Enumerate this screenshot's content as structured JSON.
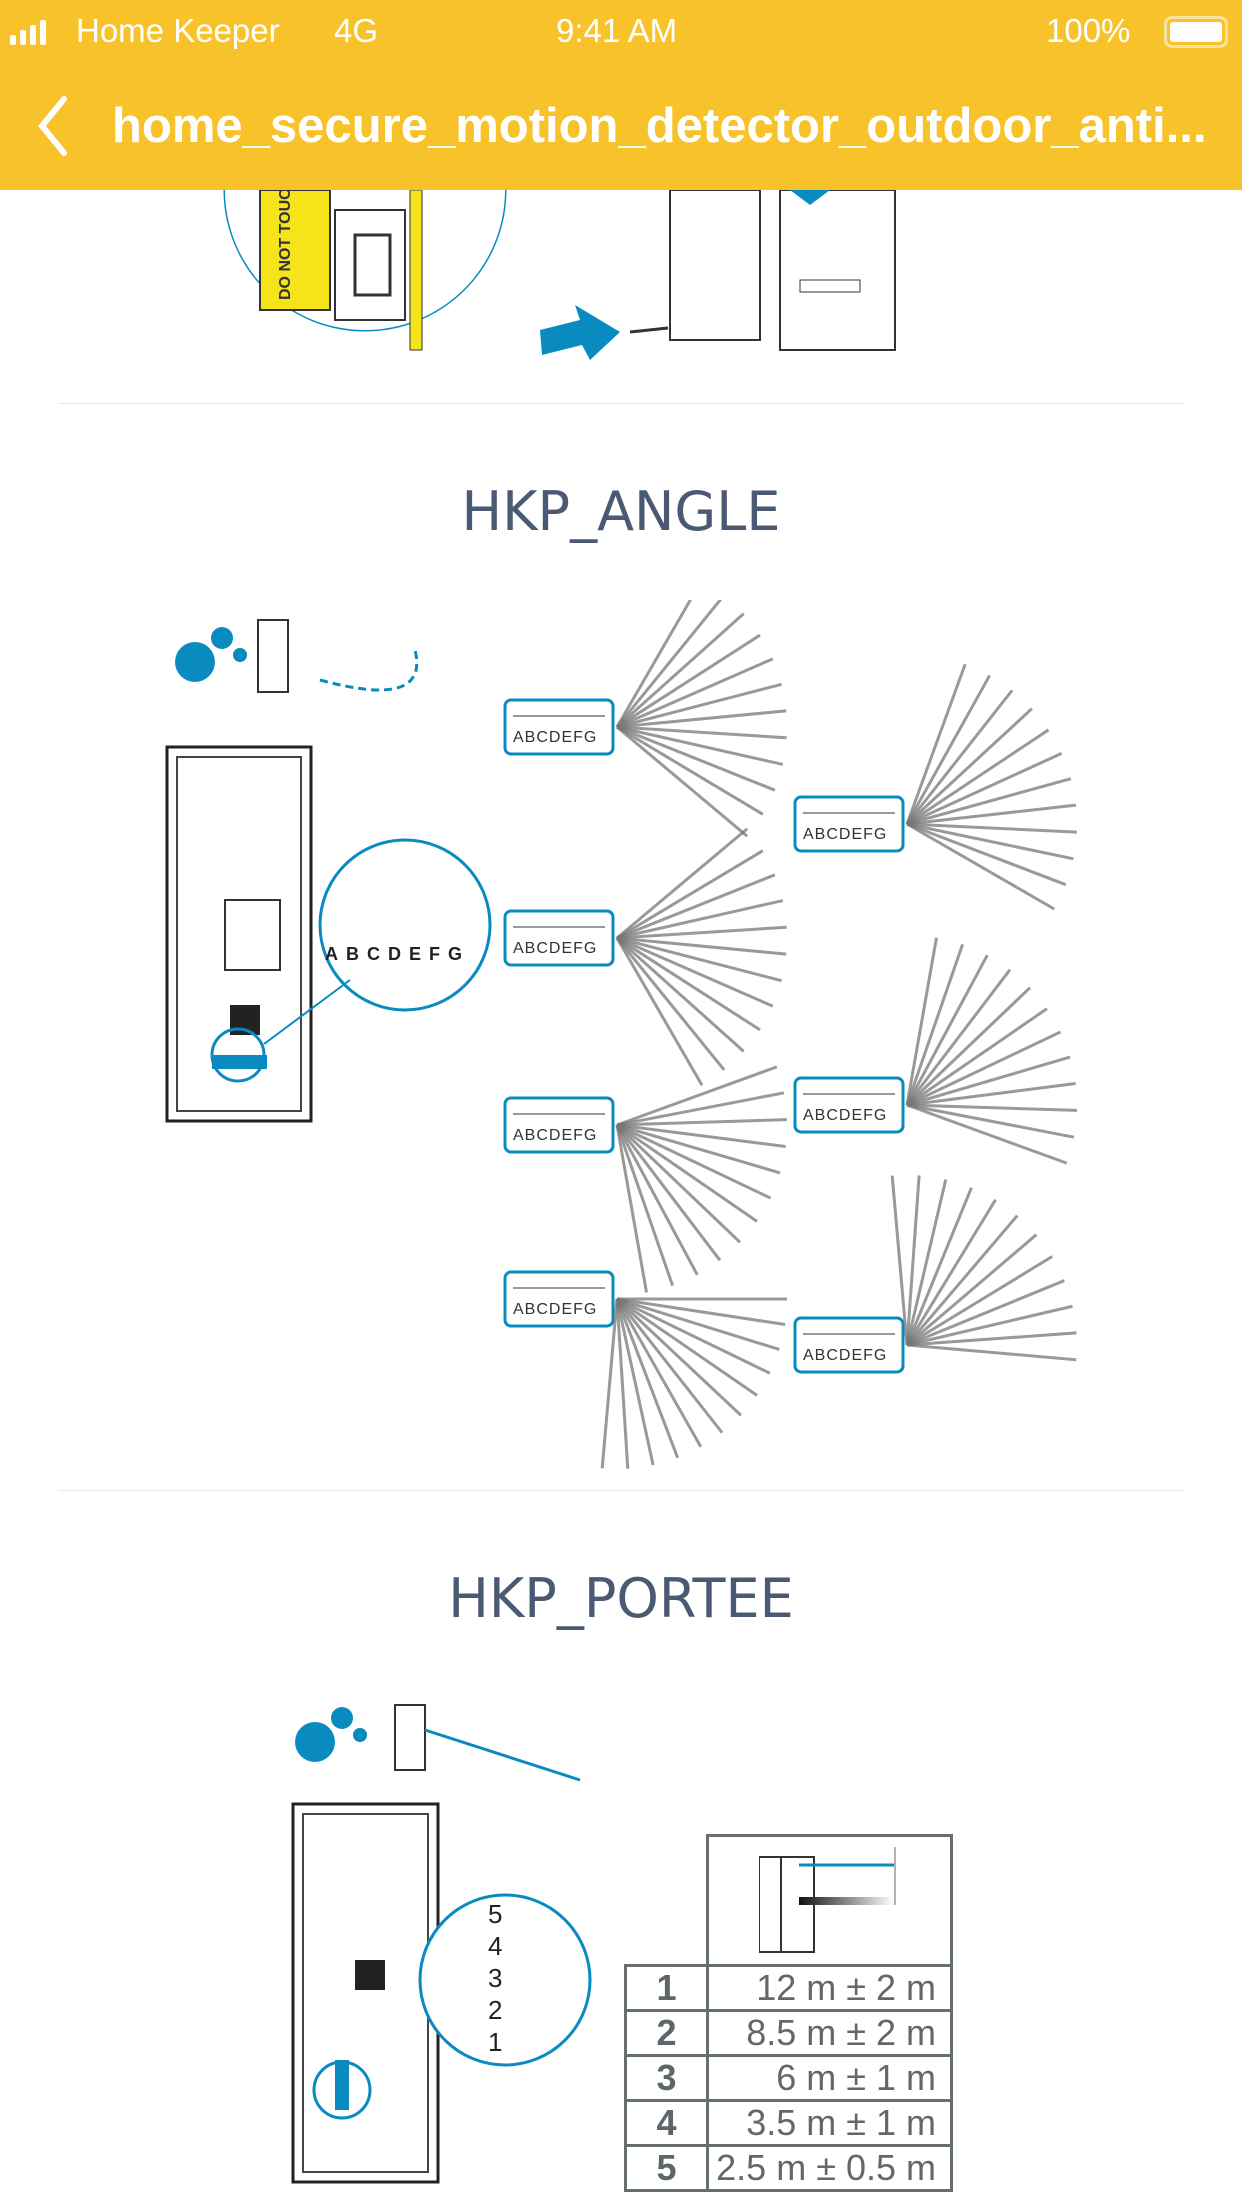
{
  "status_bar": {
    "carrier": "Home Keeper",
    "network": "4G",
    "time": "9:41 AM",
    "battery": "100%"
  },
  "nav": {
    "title": "home_secure_motion_detector_outdoor_anti...",
    "back_icon": "chevron-left-icon"
  },
  "top_figure": {
    "label": "DO NOT TOUCH"
  },
  "sections": [
    {
      "title": "HKP_ANGLE",
      "selector_letters": "ABCDEFG"
    },
    {
      "title": "HKP_PORTEE",
      "scale_digits": [
        "5",
        "4",
        "3",
        "2",
        "1"
      ]
    }
  ],
  "range_table": {
    "rows": [
      {
        "setting": "1",
        "range": "12 m ± 2 m"
      },
      {
        "setting": "2",
        "range": "8.5 m ± 2 m"
      },
      {
        "setting": "3",
        "range": "6 m ± 1 m"
      },
      {
        "setting": "4",
        "range": "3.5 m ± 1 m"
      },
      {
        "setting": "5",
        "range": "2.5 m ± 0.5 m"
      }
    ]
  },
  "colors": {
    "header": "#f8c22b",
    "accent": "#0a8bbf",
    "title": "#4a5a72"
  }
}
